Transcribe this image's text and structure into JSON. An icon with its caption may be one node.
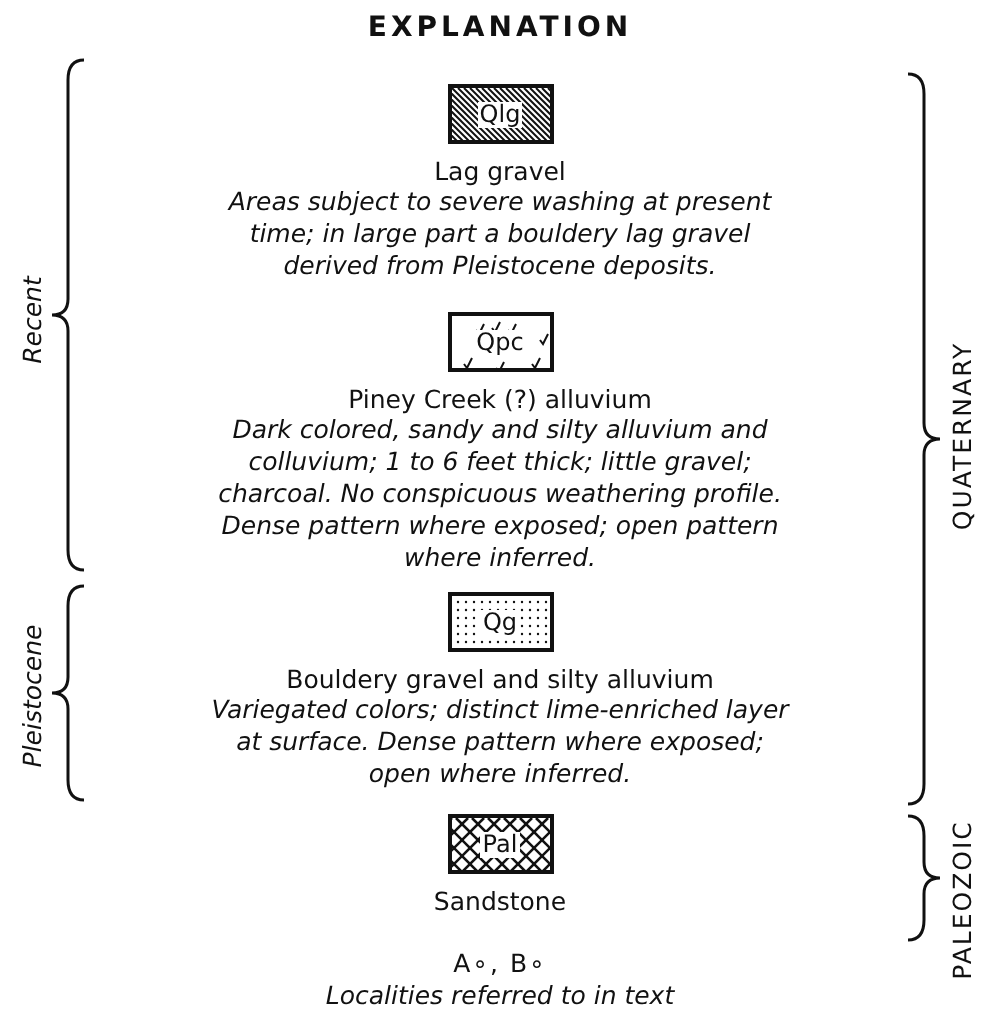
{
  "diagram": {
    "title": "EXPLANATION",
    "nodes": [
      {
        "text": [
          "Qlg"
        ],
        "beside": [
          "Lag gravel",
          "Areas subject to severe washing at present time; in large part a bouldery lag gravel derived from Pleistocene deposits."
        ]
      },
      {
        "text": [
          "Qpc"
        ],
        "beside": [
          "Piney Creek (?) alluvium",
          "Dark colored, sandy and silty alluvium and colluvium; 1 to 6 feet thick; little gravel; charcoal. No conspicuous weathering profile. Dense pattern where exposed; open pattern where inferred."
        ]
      },
      {
        "text": [
          "Qg"
        ],
        "beside": [
          "Bouldery gravel and silty alluvium",
          "Variegated colors; distinct lime-enriched layer at surface. Dense pattern where exposed; open where inferred."
        ]
      },
      {
        "text": [
          "Pal"
        ],
        "beside": [
          "Sandstone"
        ]
      }
    ],
    "edges": [],
    "labels": [
      "Recent",
      "Pleistocene",
      "QUATERNARY",
      "PALEOZOIC",
      "A∘, B∘",
      "Localities referred to in text"
    ]
  }
}
